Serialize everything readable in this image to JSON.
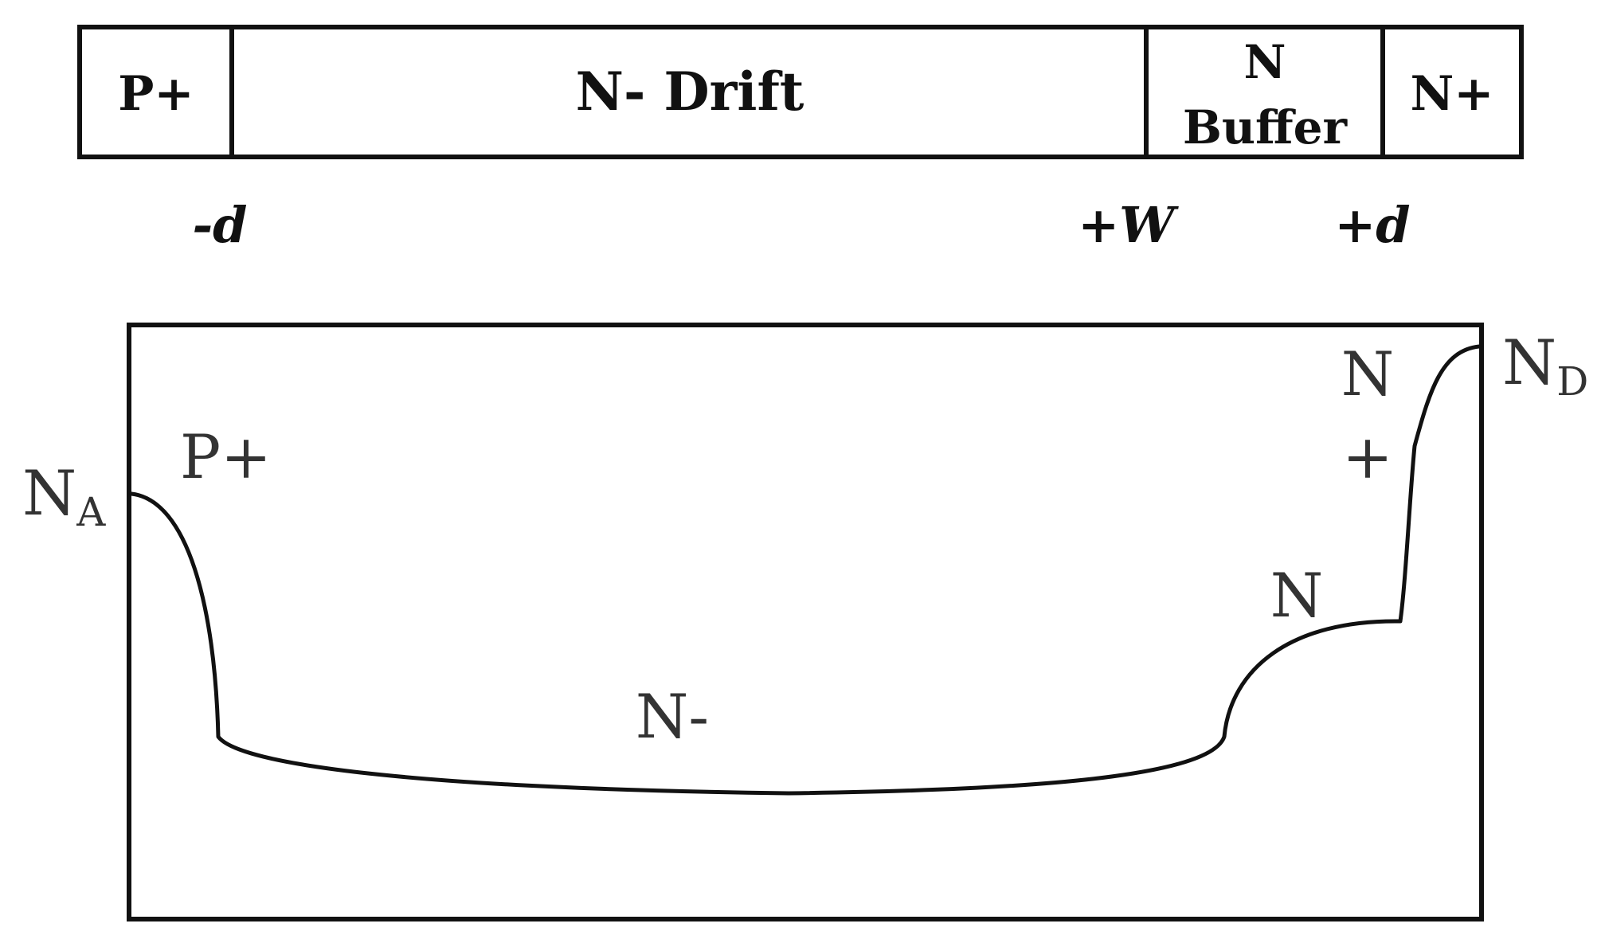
{
  "device_bar": {
    "regions": [
      {
        "label": "P+"
      },
      {
        "label": "N- Drift"
      },
      {
        "label_line1": "N",
        "label_line2": "Buffer"
      },
      {
        "label": "N+"
      }
    ]
  },
  "positions": {
    "minus_d": "-d",
    "plus_w": "+W",
    "plus_d": "+d"
  },
  "profile": {
    "na_main": "N",
    "na_sub": "A",
    "nd_main": "N",
    "nd_sub": "D",
    "p_plus": "P+",
    "n_plus_top": "N",
    "n_plus_bottom": "+",
    "n_buffer": "N",
    "n_minus": "N-"
  },
  "colors": {
    "stroke": "#111111",
    "text": "#111111",
    "profile_text": "#333333"
  }
}
